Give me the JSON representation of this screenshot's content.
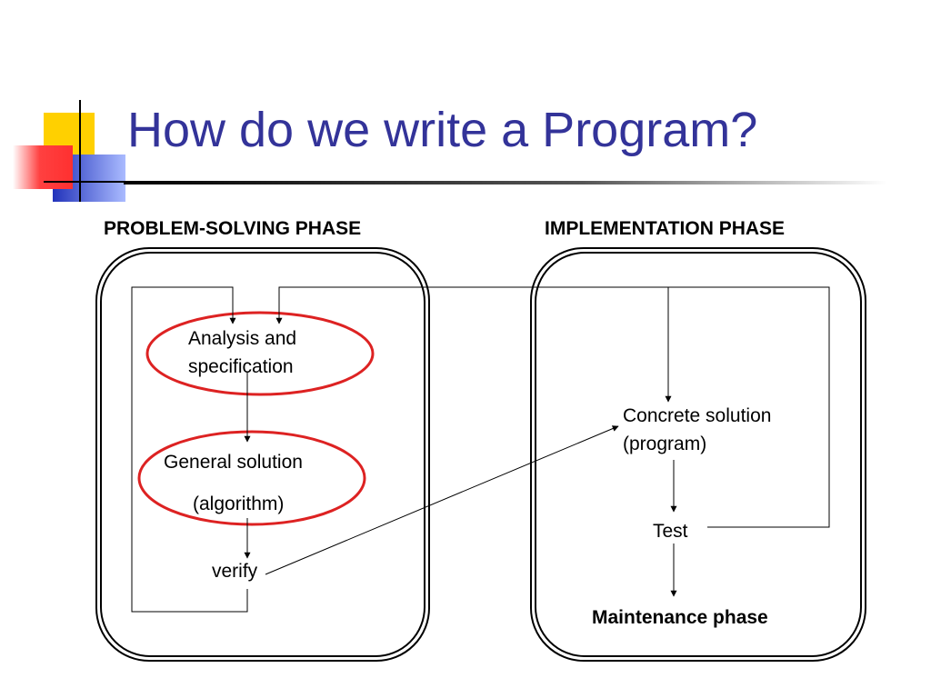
{
  "slide": {
    "title": "How do we write a Program?",
    "accent_colors": {
      "title": "#333399",
      "yellow": "#ffd700",
      "red": "#ff4040",
      "blue": "#3344cc",
      "ellipse": "#dd2222"
    }
  },
  "diagram": {
    "problem_phase": {
      "label": "PROBLEM-SOLVING PHASE",
      "nodes": {
        "analysis": [
          "Analysis and",
          "specification"
        ],
        "general": [
          "General solution",
          "(algorithm)"
        ],
        "verify": "verify"
      }
    },
    "implementation_phase": {
      "label": "IMPLEMENTATION PHASE",
      "nodes": {
        "concrete": [
          "Concrete solution",
          "(program)"
        ],
        "test": "Test",
        "maintenance": "Maintenance phase"
      }
    }
  }
}
